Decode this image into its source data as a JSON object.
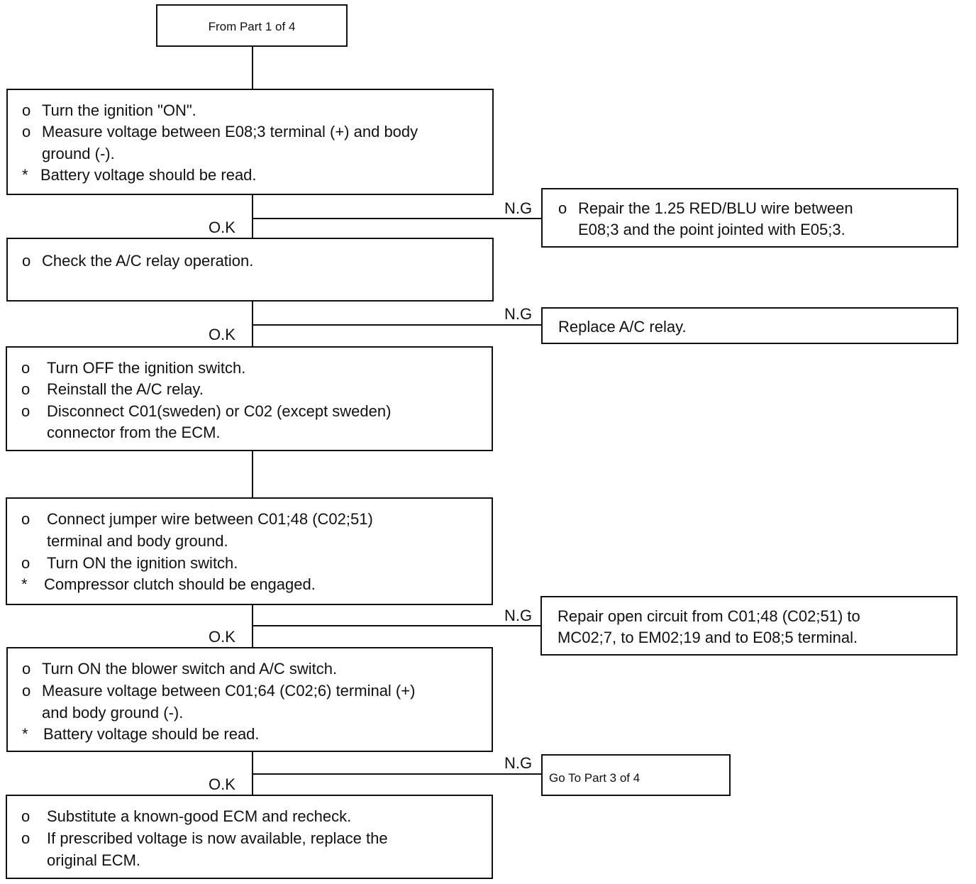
{
  "start": {
    "text": "From Part 1 of 4"
  },
  "step1": {
    "lines": [
      {
        "bullet": "o",
        "text": "Turn the ignition \"ON\"."
      },
      {
        "bullet": "o",
        "text": "Measure voltage between E08;3 terminal (+) and body"
      },
      {
        "bullet": "",
        "text": "ground (-)."
      },
      {
        "bullet": "*",
        "text": "Battery voltage should be read."
      }
    ]
  },
  "branch1": {
    "ng_label": "N.G",
    "ok_label": "O.K",
    "ng_box": {
      "lines": [
        {
          "bullet": "o",
          "text": "Repair the 1.25 RED/BLU wire between"
        },
        {
          "bullet": "",
          "text": "E08;3 and the point jointed with E05;3."
        }
      ]
    }
  },
  "step2": {
    "lines": [
      {
        "bullet": "o",
        "text": "Check the A/C relay operation."
      }
    ]
  },
  "branch2": {
    "ng_label": "N.G",
    "ok_label": "O.K",
    "ng_box": {
      "lines": [
        {
          "bullet": "",
          "text": "Replace A/C relay."
        }
      ]
    }
  },
  "step3": {
    "lines": [
      {
        "bullet": "o",
        "text": "Turn OFF the ignition switch."
      },
      {
        "bullet": "o",
        "text": "Reinstall the A/C relay."
      },
      {
        "bullet": "o",
        "text": "Disconnect C01(sweden) or C02 (except sweden)"
      },
      {
        "bullet": "",
        "text": "connector from the ECM."
      }
    ]
  },
  "step4": {
    "lines": [
      {
        "bullet": "o",
        "text": "Connect jumper wire between C01;48 (C02;51)"
      },
      {
        "bullet": "",
        "text": "terminal and body ground."
      },
      {
        "bullet": "o",
        "text": "Turn ON the ignition switch."
      },
      {
        "bullet": "*",
        "text": "Compressor clutch should be engaged."
      }
    ]
  },
  "branch4": {
    "ng_label": "N.G",
    "ok_label": "O.K",
    "ng_box": {
      "lines": [
        {
          "bullet": "",
          "text": "Repair open circuit from C01;48 (C02;51) to"
        },
        {
          "bullet": "",
          "text": "MC02;7, to EM02;19 and to E08;5 terminal."
        }
      ]
    }
  },
  "step5": {
    "lines": [
      {
        "bullet": "o",
        "text": "Turn ON the blower switch and A/C switch."
      },
      {
        "bullet": "o",
        "text": "Measure voltage between C01;64 (C02;6) terminal (+)"
      },
      {
        "bullet": "",
        "text": "and body ground (-)."
      },
      {
        "bullet": "*",
        "text": "Battery voltage should be read."
      }
    ]
  },
  "branch5": {
    "ng_label": "N.G",
    "ok_label": "O.K",
    "ng_box": {
      "lines": [
        {
          "bullet": "",
          "text": "Go To Part 3 of 4"
        }
      ]
    }
  },
  "step6": {
    "lines": [
      {
        "bullet": "o",
        "text": "Substitute a known-good ECM and recheck."
      },
      {
        "bullet": "o",
        "text": "If prescribed voltage is now available, replace the"
      },
      {
        "bullet": "",
        "text": "original ECM."
      }
    ]
  }
}
